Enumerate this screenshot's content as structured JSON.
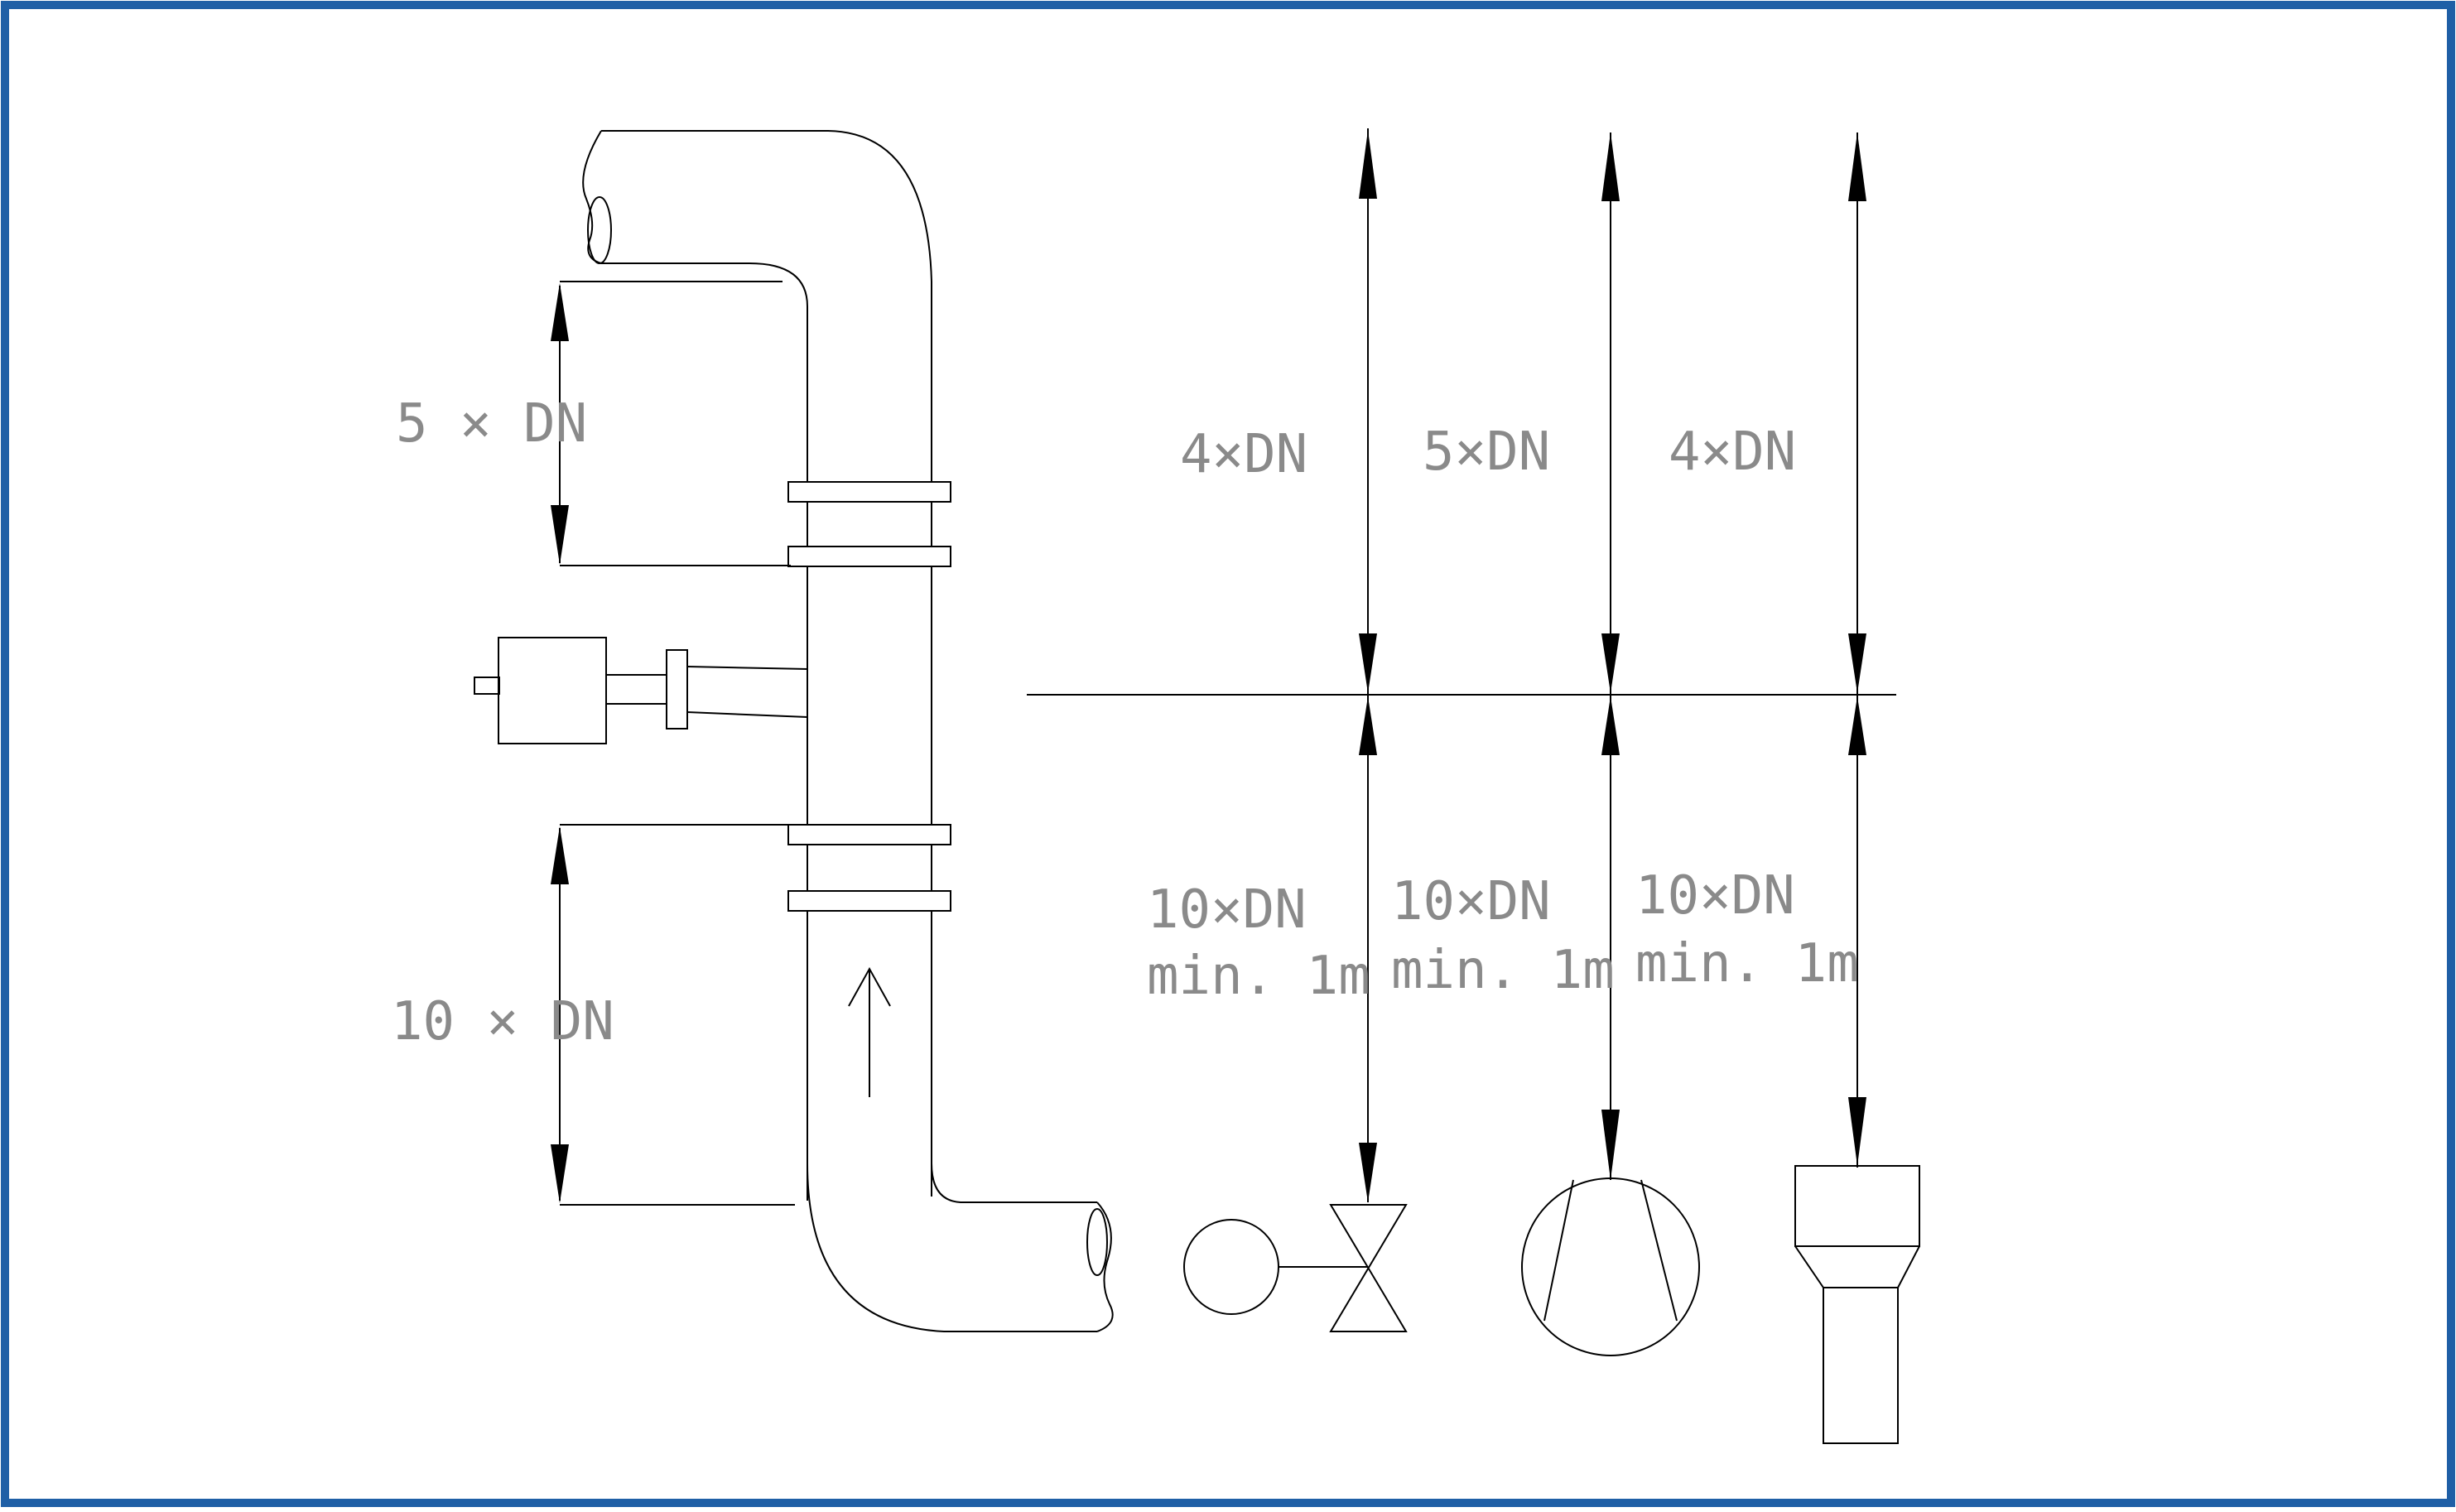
{
  "colors": {
    "frame": "#1f5fa6",
    "line": "#000000",
    "text": "#8a8a8a"
  },
  "left": {
    "upper_dim": "5 × DN",
    "lower_dim": "10 × DN"
  },
  "columns": [
    {
      "upper": "4×DN",
      "lower_1": "10×DN",
      "lower_2": "min. 1m",
      "device": "control-valve"
    },
    {
      "upper": "5×DN",
      "lower_1": "10×DN",
      "lower_2": "min. 1m",
      "device": "pump"
    },
    {
      "upper": "4×DN",
      "lower_1": "10×DN",
      "lower_2": "min. 1m",
      "device": "reducer"
    }
  ]
}
